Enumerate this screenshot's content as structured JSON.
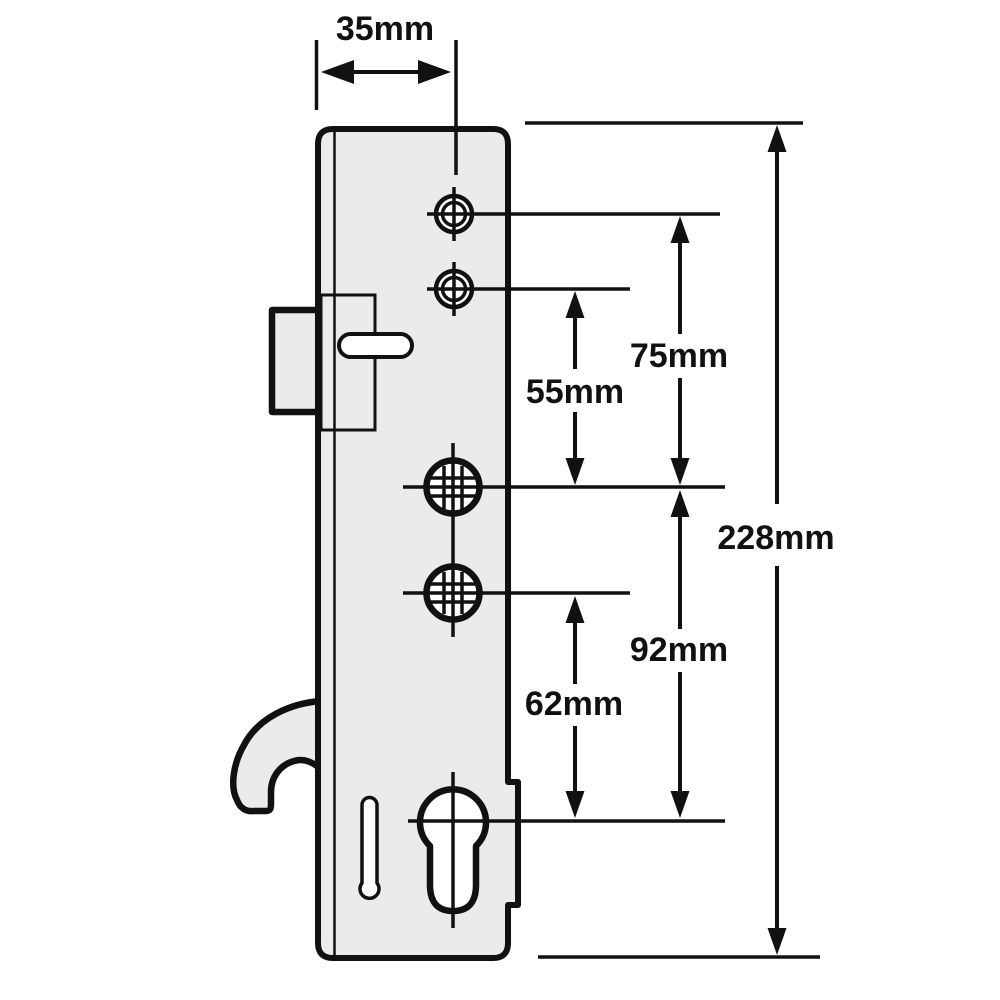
{
  "diagram": {
    "kind": "technical-dimension-drawing",
    "labels": {
      "faceplate_width": "35mm",
      "top_hole_to_spindle": "75mm",
      "second_hole_to_spindle": "55mm",
      "overall_height": "228mm",
      "spindle_to_cylinder": "92mm",
      "lower_spindle_to_cylinder": "62mm"
    },
    "colors": {
      "line": "#111111",
      "plate_fill": "#ebebeb",
      "hole_fill": "#ffffff",
      "background": "#ffffff"
    }
  }
}
